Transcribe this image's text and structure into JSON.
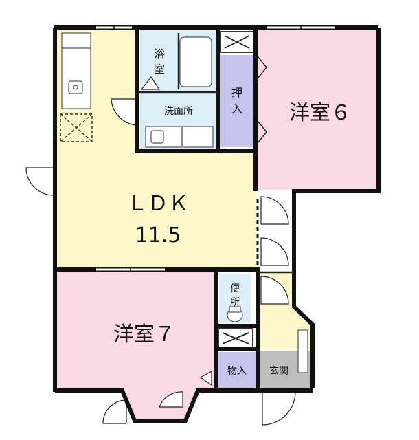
{
  "rooms": {
    "ldk": {
      "name": "ＬＤＫ",
      "size": "11.5"
    },
    "western6": {
      "name": "洋室６"
    },
    "western7": {
      "name": "洋室７"
    },
    "bath": {
      "name_top": "浴",
      "name_bottom": "室"
    },
    "washroom": {
      "name": "洗面所"
    },
    "closet": {
      "name_top": "押",
      "name_bottom": "入"
    },
    "toilet": {
      "name_top": "便",
      "name_bottom": "所"
    },
    "storage": {
      "name": "物入"
    },
    "entrance": {
      "name": "玄関"
    }
  },
  "colors": {
    "wall": "#111111",
    "ldk": "#fbf7c8",
    "western": "#f9d9e4",
    "bath": "#dceef7",
    "closet": "#c7c3ec",
    "entrance": "#bdbdbd",
    "corridor": "#fbf7c8"
  }
}
